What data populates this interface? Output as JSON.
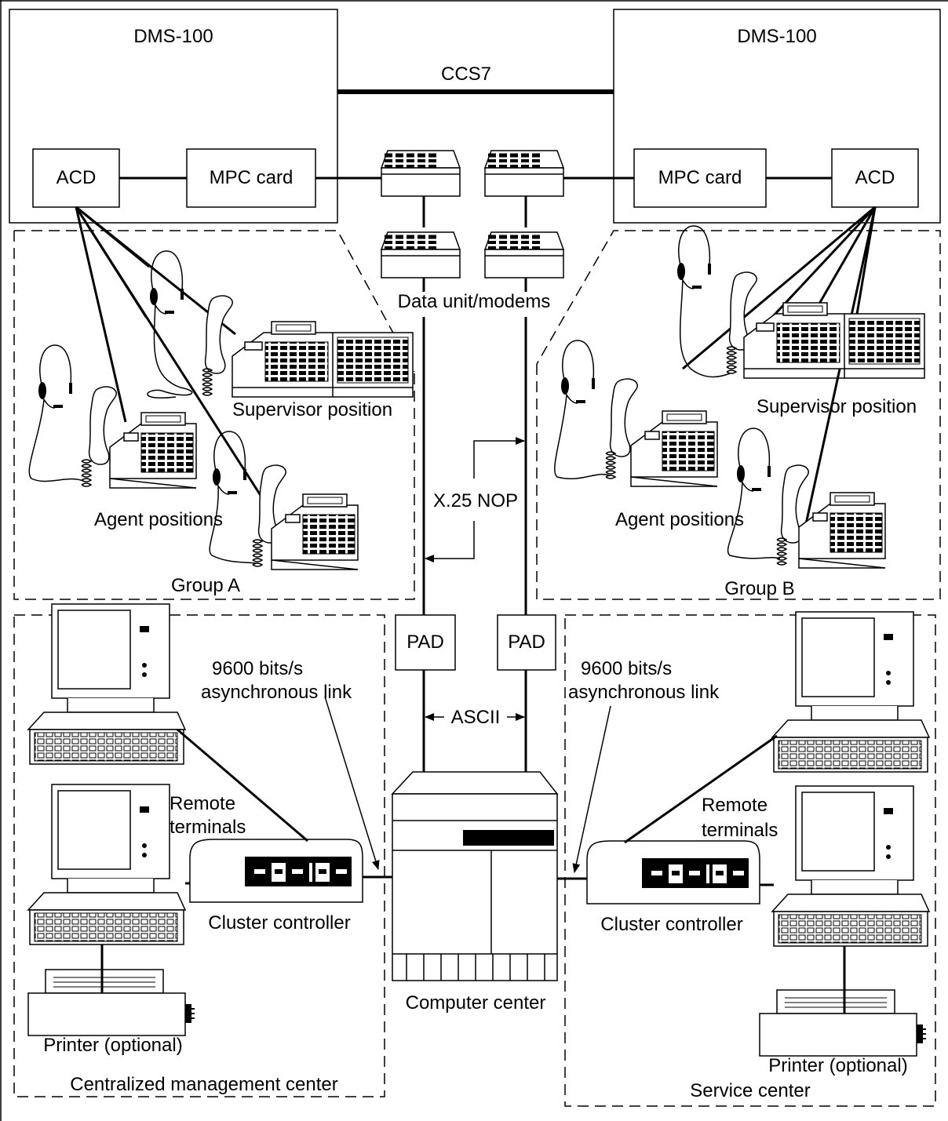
{
  "labels": {
    "dms_left": "DMS-100",
    "dms_right": "DMS-100",
    "ccs7": "CCS7",
    "acd_left": "ACD",
    "mpc_left": "MPC card",
    "mpc_right": "MPC card",
    "acd_right": "ACD",
    "data_unit_modems": "Data unit/modems",
    "supervisor_left": "Supervisor position",
    "supervisor_right": "Supervisor position",
    "agents_left": "Agent positions",
    "agents_right": "Agent positions",
    "group_a": "Group A",
    "group_b": "Group B",
    "x25_nop": "X.25 NOP",
    "pad_left": "PAD",
    "pad_right": "PAD",
    "ascii": "ASCII",
    "link_left_1": "9600 bits/s",
    "link_left_2": "asynchronous link",
    "link_right_1": "9600 bits/s",
    "link_right_2": "asynchronous link",
    "remote_left_1": "Remote",
    "remote_left_2": "terminals",
    "remote_right_1": "Remote",
    "remote_right_2": "terminals",
    "cluster_left": "Cluster controller",
    "cluster_right": "Cluster controller",
    "computer_center": "Computer center",
    "printer_left": "Printer (optional)",
    "printer_right": "Printer (optional)",
    "cmc": "Centralized management center",
    "service_center": "Service center"
  }
}
